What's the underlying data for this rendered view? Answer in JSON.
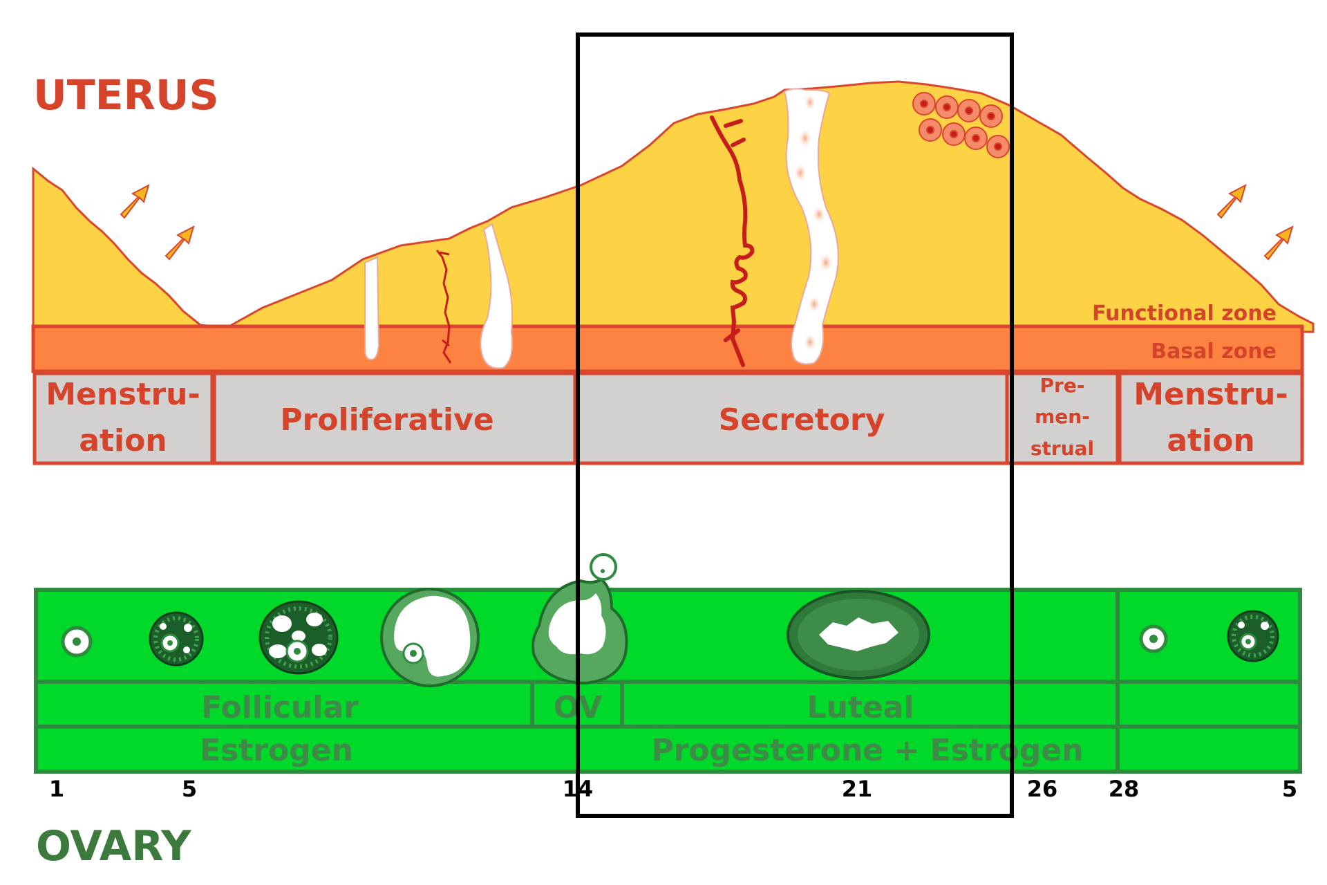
{
  "uterus": {
    "title": "UTERUS",
    "functional_zone": "Functional zone",
    "basal_zone": "Basal zone",
    "phases": {
      "menstruation_start_l1": "Menstru-",
      "menstruation_start_l2": "ation",
      "proliferative": "Proliferative",
      "secretory": "Secretory",
      "premenstrual_l1": "Pre-",
      "premenstrual_l2": "men-",
      "premenstrual_l3": "strual",
      "menstruation_end_l1": "Menstru-",
      "menstruation_end_l2": "ation"
    }
  },
  "ovary": {
    "title": "OVARY",
    "phases": {
      "follicular": "Follicular",
      "ovulation": "OV",
      "luteal": "Luteal"
    },
    "hormones": {
      "estrogen": "Estrogen",
      "progesterone_estrogen": "Progesterone + Estrogen"
    }
  },
  "days": {
    "d1": "1",
    "d5": "5",
    "d14": "14",
    "d21": "21",
    "d26": "26",
    "d28": "28",
    "d5b": "5"
  },
  "colors": {
    "uterus_title": "#d4432a",
    "functional_fill": "#fdd244",
    "outline_red": "#d9452d",
    "basal_fill": "#fd8343",
    "phase_bg": "#d3d0d0",
    "phase_text": "#d4432a",
    "ovary_green": "#00d82a",
    "ovary_outline": "#2e8a3c",
    "ovary_text": "#3f8a46",
    "ovary_title": "#3b7a3c",
    "vessel": "#c61d1a",
    "frame": "#000000"
  }
}
